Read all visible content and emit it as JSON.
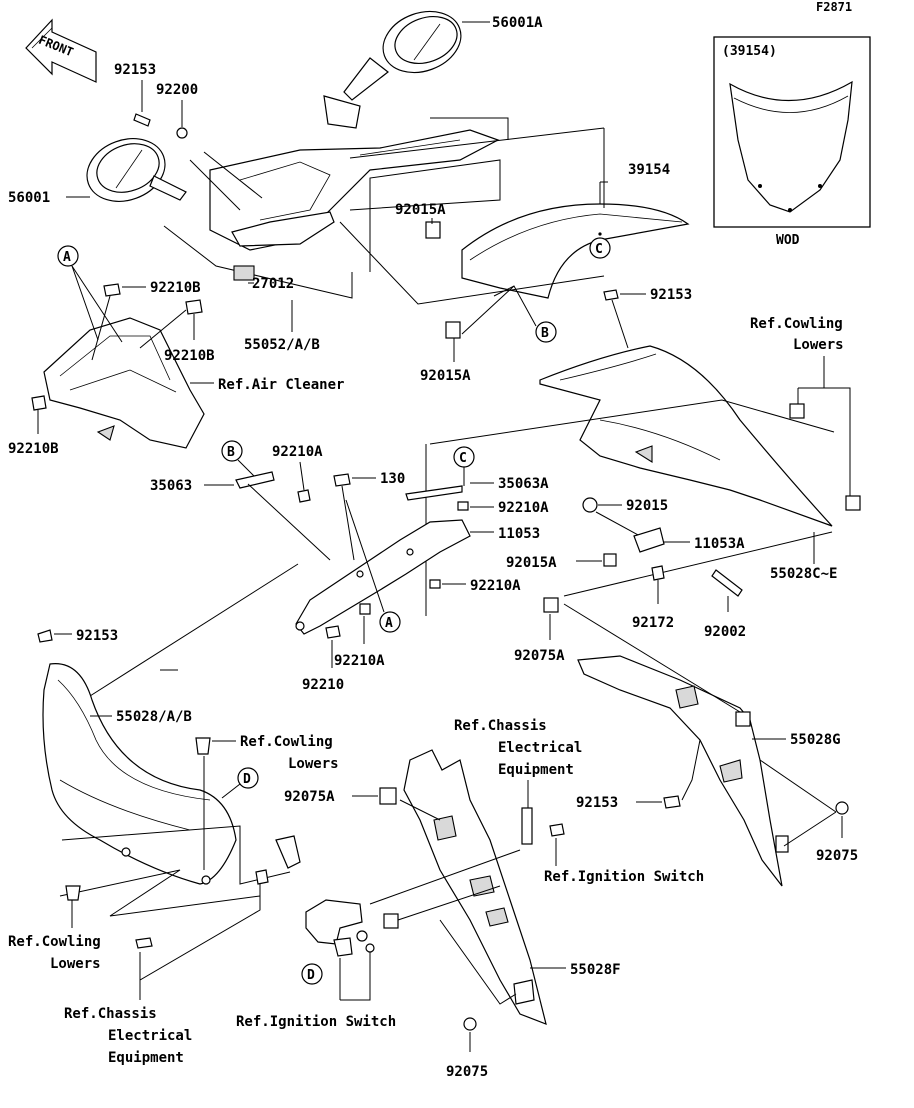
{
  "diagram": {
    "figure_code": "F2871",
    "front_label": "FRONT",
    "inset_box": {
      "code": "(39154)",
      "caption": "WOD"
    },
    "callouts": [
      "A",
      "B",
      "C",
      "D"
    ],
    "parts": {
      "p56001A": "56001A",
      "p92153a": "92153",
      "p92200": "92200",
      "p56001": "56001",
      "p39154": "39154",
      "p92015A_a": "92015A",
      "p27012": "27012",
      "p55052": "55052/A/B",
      "p92153b": "92153",
      "p92210B_a": "92210B",
      "p92210B_b": "92210B",
      "p92210B_c": "92210B",
      "p92015A_b": "92015A",
      "p92210A_a": "92210A",
      "p130": "130",
      "p35063": "35063",
      "p35063A": "35063A",
      "p92210A_b": "92210A",
      "p11053": "11053",
      "p92015": "92015",
      "p11053A": "11053A",
      "p92015A_c": "92015A",
      "p55028CE": "55028C~E",
      "p92210A_c": "92210A",
      "p92172": "92172",
      "p92002": "92002",
      "p92153c": "92153",
      "p92210A_d": "92210A",
      "p92210": "92210",
      "p92075A_a": "92075A",
      "p55028AB": "55028/A/B",
      "p55028G": "55028G",
      "p92075A_b": "92075A",
      "p92153d": "92153",
      "p92075a": "92075",
      "p55028F": "55028F",
      "p92075b": "92075"
    },
    "references": {
      "cowling_lowers_1": [
        "Ref.Cowling",
        "Lowers"
      ],
      "air_cleaner": "Ref.Air Cleaner",
      "cowling_lowers_2": [
        "Ref.Cowling",
        "Lowers"
      ],
      "chassis_elec_1": [
        "Ref.Chassis",
        "Electrical",
        "Equipment"
      ],
      "ignition_1": "Ref.Ignition Switch",
      "cowling_lowers_3": [
        "Ref.Cowling",
        "Lowers"
      ],
      "chassis_elec_2": [
        "Ref.Chassis",
        "Electrical",
        "Equipment"
      ],
      "ignition_2": "Ref.Ignition Switch"
    }
  }
}
